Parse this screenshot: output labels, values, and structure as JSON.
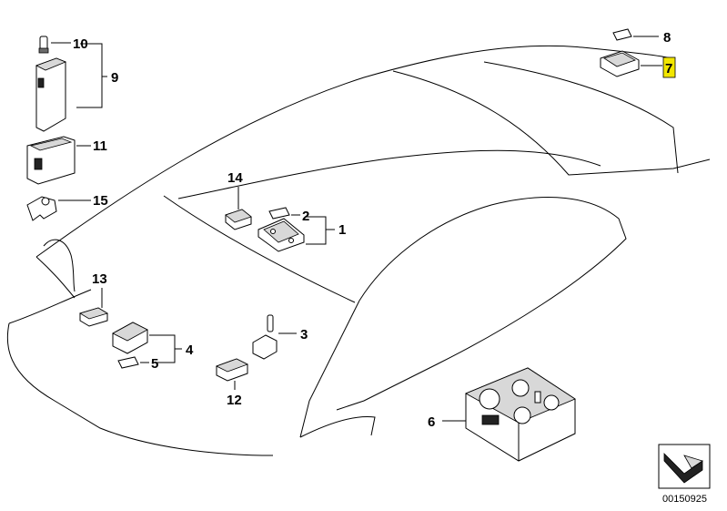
{
  "callouts": {
    "c1": "1",
    "c2": "2",
    "c3": "3",
    "c4": "4",
    "c5": "5",
    "c6": "6",
    "c7": "7",
    "c8": "8",
    "c9": "9",
    "c10": "10",
    "c11": "11",
    "c12": "12",
    "c13": "13",
    "c14": "14",
    "c15": "15"
  },
  "highlight_color": "#f2e600",
  "diagram_number": "00150925",
  "icons": {
    "view_direction": "view-direction-arrow-icon"
  }
}
